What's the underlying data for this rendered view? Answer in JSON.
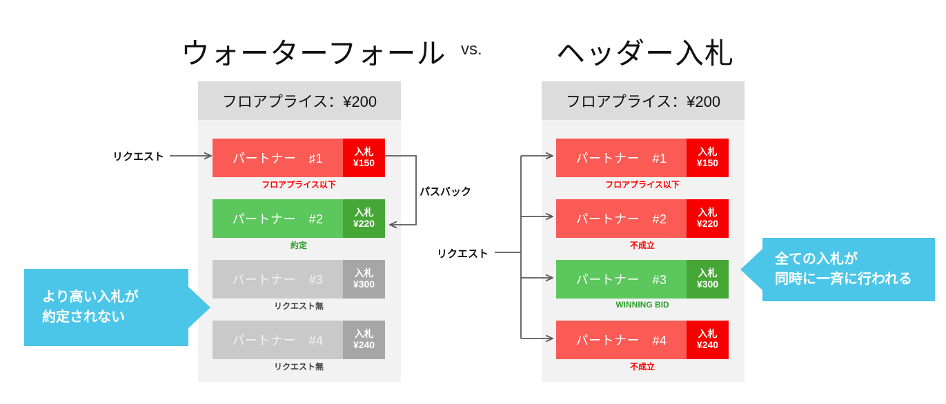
{
  "titles": {
    "left": "ウォーターフォール",
    "vs": "vs.",
    "right": "ヘッダー入札"
  },
  "colors": {
    "red_light": "#fa5b55",
    "red_dark": "#f70000",
    "green_light": "#5cc75c",
    "green_dark": "#46a737",
    "gray_light": "#c9c9c9",
    "gray_dark": "#a6a6a6",
    "panel_body": "#f2f2f2",
    "panel_header": "#dcdcdc",
    "callout_blue": "#4cc6e8",
    "status_red": "#ff0000",
    "status_green": "#2ea02e",
    "status_gray": "#3d3d3d",
    "arrow_gray": "#595959"
  },
  "waterfall": {
    "floor_price_label": "フロアプライス：¥200",
    "rows": [
      {
        "partner": "パートナー　♯1",
        "bid_label": "入札",
        "bid_amount": "¥150",
        "status": "フロアプライス以下",
        "variant": "c-red",
        "status_variant": "s-red"
      },
      {
        "partner": "パートナー　#2",
        "bid_label": "入札",
        "bid_amount": "¥220",
        "status": "約定",
        "variant": "c-green",
        "status_variant": "s-green"
      },
      {
        "partner": "パートナー　#3",
        "bid_label": "入札",
        "bid_amount": "¥300",
        "status": "リクエスト無",
        "variant": "c-gray",
        "status_variant": "s-gray"
      },
      {
        "partner": "パートナー　#4",
        "bid_label": "入札",
        "bid_amount": "¥240",
        "status": "リクエスト無",
        "variant": "c-gray",
        "status_variant": "s-gray"
      }
    ],
    "request_label": "リクエスト",
    "passback_label": "パスバック",
    "callout": {
      "line1": "より高い入札が",
      "line2": "約定されない"
    }
  },
  "header_bidding": {
    "floor_price_label": "フロアプライス：¥200",
    "rows": [
      {
        "partner": "パートナー　#1",
        "bid_label": "入札",
        "bid_amount": "¥150",
        "status": "フロアプライス以下",
        "variant": "c-red",
        "status_variant": "s-red"
      },
      {
        "partner": "パートナー　#2",
        "bid_label": "入札",
        "bid_amount": "¥220",
        "status": "不成立",
        "variant": "c-red",
        "status_variant": "s-red"
      },
      {
        "partner": "パートナー　#3",
        "bid_label": "入札",
        "bid_amount": "¥300",
        "status": "WINNING BID",
        "variant": "c-green",
        "status_variant": "s-green"
      },
      {
        "partner": "パートナー　#4",
        "bid_label": "入札",
        "bid_amount": "¥240",
        "status": "不成立",
        "variant": "c-red",
        "status_variant": "s-red"
      }
    ],
    "request_label": "リクエスト",
    "callout": {
      "line1": "全ての入札が",
      "line2": "同時に一斉に行われる"
    }
  }
}
